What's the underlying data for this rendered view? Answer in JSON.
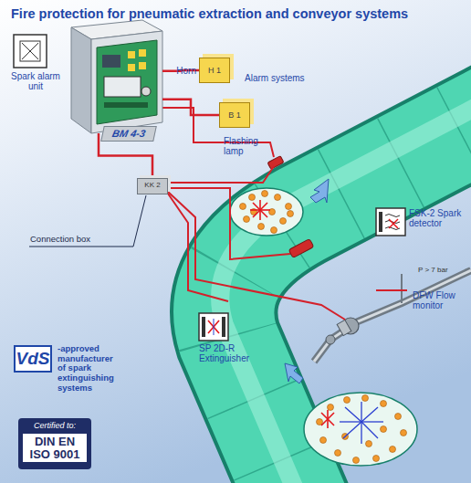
{
  "diagram": {
    "title": "Fire protection for pneumatic extraction and conveyor systems",
    "nodes": [
      {
        "text": [
          "Spark alarm unit"
        ]
      },
      {
        "text": [
          "BM 4-3"
        ]
      },
      {
        "text": [
          "H 1",
          "Horn"
        ]
      },
      {
        "text": [
          "B 1",
          "Flashing lamp"
        ]
      },
      {
        "text": [
          "KK 2",
          "Connection box"
        ]
      },
      {
        "text": [
          "FSK-2 Spark detector"
        ]
      },
      {
        "text": [
          "SP 2D-R Extinguisher"
        ]
      },
      {
        "text": [
          "VdS",
          "-approved manufacturer of spark extinguishing systems"
        ]
      },
      {
        "text": [
          "Certified to:",
          "DIN EN ISO 9001"
        ]
      }
    ],
    "edges": [
      {
        "from": 1,
        "to": 2,
        "arrow": "none"
      },
      {
        "from": 1,
        "to": 3,
        "arrow": "none"
      },
      {
        "from": 1,
        "to": 4,
        "arrow": "none"
      }
    ],
    "labels": [
      "Alarm systems",
      "P > 7 bar",
      "DFW Flow monitor"
    ]
  }
}
